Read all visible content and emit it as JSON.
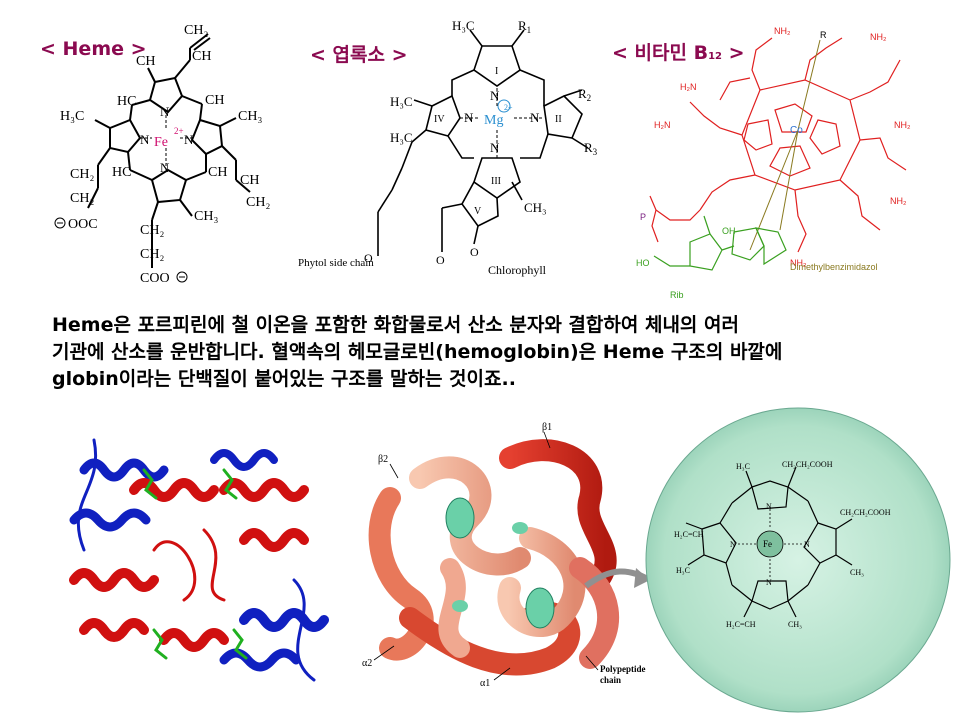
{
  "titles": {
    "heme": "< Heme >",
    "chlorophyll": "< 엽록소 >",
    "vitb12_prefix": "< 비타민 B",
    "vitb12_sub": "12",
    "vitb12_suffix": " >"
  },
  "heme_structure": {
    "metal": "Fe",
    "charge": "2+",
    "carboxylate_left": "OOC",
    "carboxylate_bottom": "COO",
    "vinyl_top": "CH",
    "vinyl_right": "CH",
    "methyl": "CH",
    "methine": "HC",
    "methine_right": "CH"
  },
  "chlorophyll_structure": {
    "metal": "Mg",
    "charge": "2+",
    "ring_labels": [
      "I",
      "II",
      "III",
      "IV",
      "V"
    ],
    "r1": "R",
    "r2": "R",
    "r3": "R",
    "r_sub": [
      "1",
      "2",
      "3"
    ],
    "methyl": "H₃C",
    "side_chain_label": "Phytol side chain",
    "name_label": "Chlorophyll"
  },
  "b12_structure": {
    "metal": "Co",
    "amide": "NH₂",
    "amide_left": "H₂N",
    "r_label": "R",
    "p_label": "P",
    "dmb_label": "Dimethylbenzimidazol",
    "rib_label": "Rib",
    "ho_label": "HO",
    "oh_label": "OH"
  },
  "description": {
    "line1": "Heme은 포르피린에 철 이온을 포함한 화합물로서 산소 분자와 결합하여 체내의 여러",
    "line2": "기관에 산소를 운반합니다. 혈액속의 헤모글로빈(hemoglobin)은 Heme 구조의 바깥에",
    "line3": "globin이라는 단백질이 붙어있는 구조를 말하는 것이죠.."
  },
  "hemoglobin_labels": {
    "beta1": "β1",
    "beta2": "β2",
    "alpha1": "α1",
    "alpha2": "α2",
    "polypeptide": "Polypeptide",
    "chain": "chain"
  },
  "heme_zoom": {
    "metal": "Fe",
    "sub1": "CH₂CH₂COOH",
    "sub2": "CH₂CH₂COOH",
    "vinyl1": "H₂C=CH",
    "vinyl2": "H₂C=CH",
    "methyl1": "H₃C",
    "methyl2": "CH₃",
    "methyl3": "H₃C",
    "methyl4": "CH₃",
    "n": "N"
  },
  "colors": {
    "title": "#8b0a50",
    "b12": "#e02020",
    "b12_green": "#3aa020",
    "b12_olive": "#8a7a20",
    "chlorophyll_metal": "#2a8fd0",
    "heme_metal": "#d01070"
  }
}
